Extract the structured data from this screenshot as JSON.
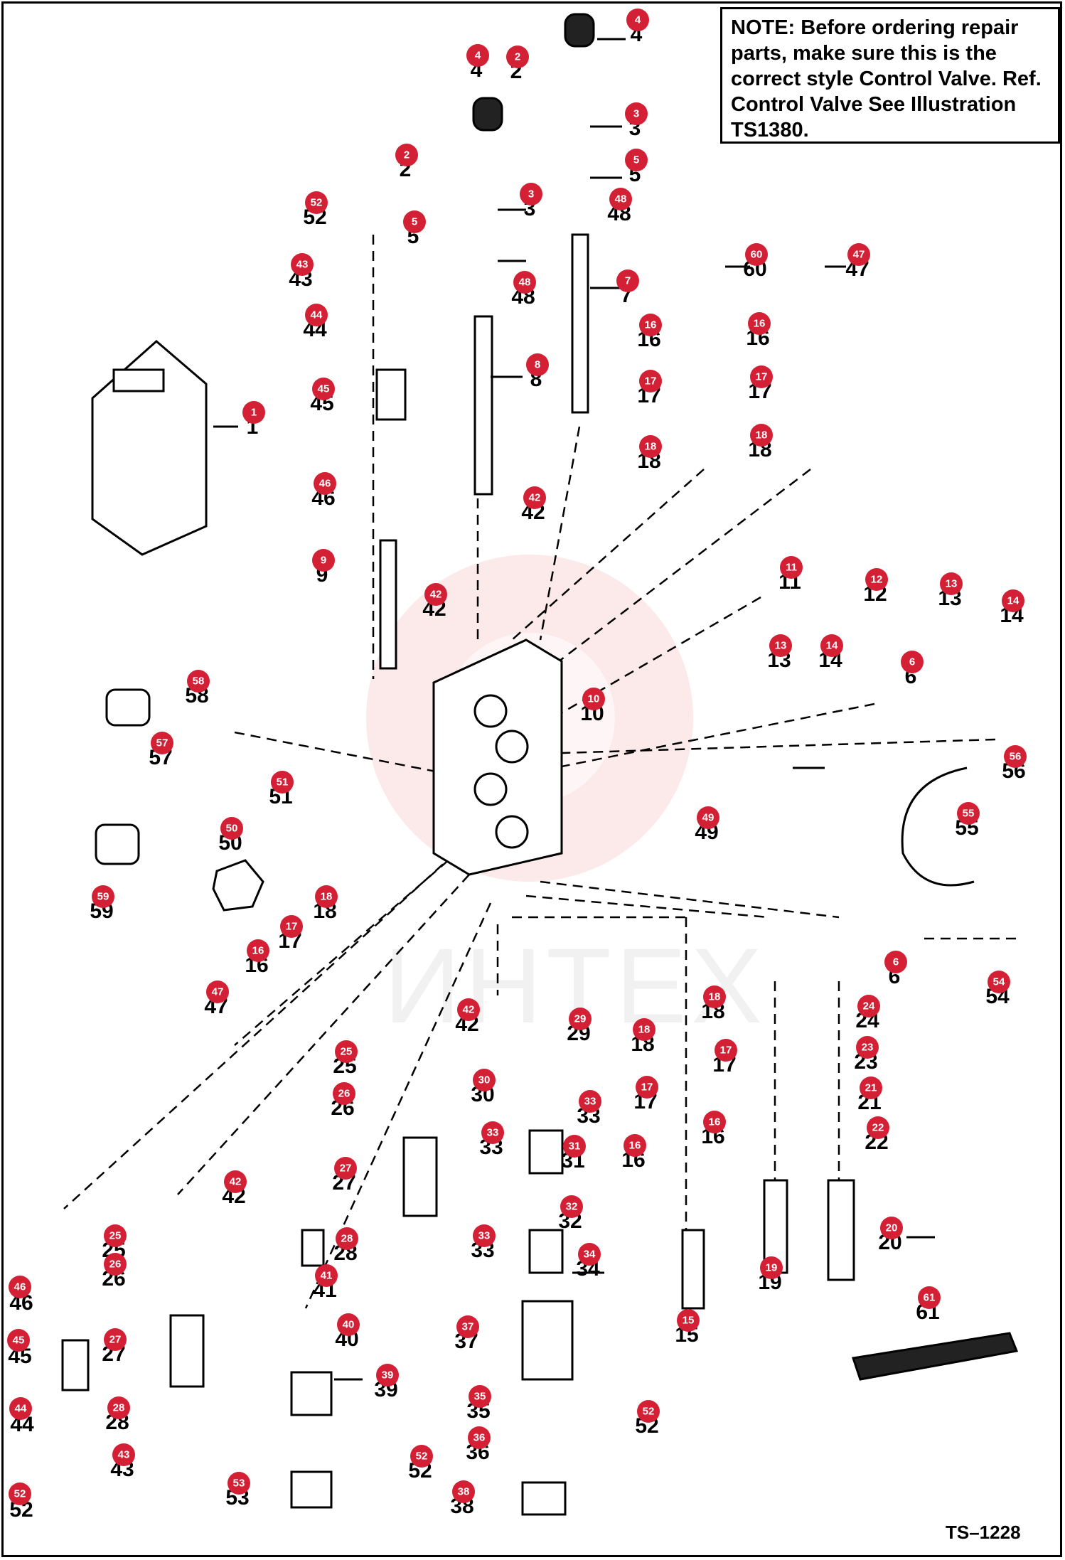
{
  "note": "NOTE: Before ordering repair parts, make sure this is the correct style Control Valve. Ref. Control Valve See Illustration TS1380.",
  "reference_code": "TS–1228",
  "watermark": "ИНТЕХ",
  "badge_color": "#d32035",
  "callouts": [
    {
      "n": "4"
    },
    {
      "n": "2"
    },
    {
      "n": "4"
    },
    {
      "n": "3"
    },
    {
      "n": "2"
    },
    {
      "n": "5"
    },
    {
      "n": "52"
    },
    {
      "n": "3"
    },
    {
      "n": "48"
    },
    {
      "n": "5"
    },
    {
      "n": "43"
    },
    {
      "n": "48"
    },
    {
      "n": "7"
    },
    {
      "n": "60"
    },
    {
      "n": "47"
    },
    {
      "n": "44"
    },
    {
      "n": "16"
    },
    {
      "n": "16"
    },
    {
      "n": "8"
    },
    {
      "n": "45"
    },
    {
      "n": "17"
    },
    {
      "n": "17"
    },
    {
      "n": "1"
    },
    {
      "n": "18"
    },
    {
      "n": "18"
    },
    {
      "n": "46"
    },
    {
      "n": "42"
    },
    {
      "n": "9"
    },
    {
      "n": "42"
    },
    {
      "n": "11"
    },
    {
      "n": "12"
    },
    {
      "n": "13"
    },
    {
      "n": "14"
    },
    {
      "n": "13"
    },
    {
      "n": "14"
    },
    {
      "n": "58"
    },
    {
      "n": "6"
    },
    {
      "n": "10"
    },
    {
      "n": "57"
    },
    {
      "n": "56"
    },
    {
      "n": "51"
    },
    {
      "n": "55"
    },
    {
      "n": "50"
    },
    {
      "n": "49"
    },
    {
      "n": "59"
    },
    {
      "n": "18"
    },
    {
      "n": "17"
    },
    {
      "n": "16"
    },
    {
      "n": "6"
    },
    {
      "n": "54"
    },
    {
      "n": "47"
    },
    {
      "n": "18"
    },
    {
      "n": "24"
    },
    {
      "n": "42"
    },
    {
      "n": "29"
    },
    {
      "n": "18"
    },
    {
      "n": "25"
    },
    {
      "n": "17"
    },
    {
      "n": "23"
    },
    {
      "n": "30"
    },
    {
      "n": "26"
    },
    {
      "n": "17"
    },
    {
      "n": "21"
    },
    {
      "n": "33"
    },
    {
      "n": "16"
    },
    {
      "n": "27"
    },
    {
      "n": "22"
    },
    {
      "n": "33"
    },
    {
      "n": "16"
    },
    {
      "n": "31"
    },
    {
      "n": "42"
    },
    {
      "n": "32"
    },
    {
      "n": "25"
    },
    {
      "n": "28"
    },
    {
      "n": "33"
    },
    {
      "n": "20"
    },
    {
      "n": "26"
    },
    {
      "n": "41"
    },
    {
      "n": "34"
    },
    {
      "n": "19"
    },
    {
      "n": "61"
    },
    {
      "n": "46"
    },
    {
      "n": "15"
    },
    {
      "n": "27"
    },
    {
      "n": "40"
    },
    {
      "n": "37"
    },
    {
      "n": "45"
    },
    {
      "n": "39"
    },
    {
      "n": "44"
    },
    {
      "n": "28"
    },
    {
      "n": "35"
    },
    {
      "n": "52"
    },
    {
      "n": "43"
    },
    {
      "n": "52"
    },
    {
      "n": "36"
    },
    {
      "n": "52"
    },
    {
      "n": "53"
    },
    {
      "n": "38"
    }
  ]
}
